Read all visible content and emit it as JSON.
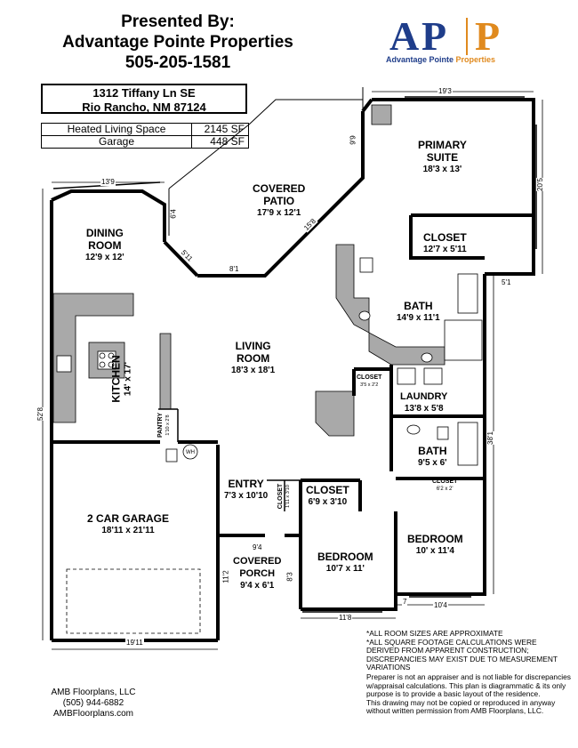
{
  "header": {
    "line1": "Presented By:",
    "line2": "Advantage Pointe Properties",
    "line3": "505-205-1581"
  },
  "logo": {
    "letters_a": "A",
    "letters_p": "P",
    "tag_blue": "Advantage Pointe",
    "tag_orange": "Properties",
    "blue": "#1f3d8a",
    "orange": "#e08a1e"
  },
  "address": {
    "line1": "1312 Tiffany Ln SE",
    "line2": "Rio Rancho, NM 87124"
  },
  "square_footage": [
    {
      "label": "Heated Living Space",
      "value": "2145 SF"
    },
    {
      "label": "Garage",
      "value": "448 SF"
    }
  ],
  "rooms": {
    "primary_suite": {
      "name1": "PRIMARY",
      "name2": "SUITE",
      "dim": "18'3 x 13'"
    },
    "covered_patio": {
      "name1": "COVERED",
      "name2": "PATIO",
      "dim": "17'9 x 12'1"
    },
    "dining": {
      "name1": "DINING",
      "name2": "ROOM",
      "dim": "12'9 x 12'"
    },
    "closet_primary": {
      "name": "CLOSET",
      "dim": "12'7 x 5'11"
    },
    "bath_primary": {
      "name": "BATH",
      "dim": "14'9 x 11'1"
    },
    "living": {
      "name1": "LIVING",
      "name2": "ROOM",
      "dim": "18'3 x 18'1"
    },
    "kitchen": {
      "name": "KITCHEN",
      "dim": "14' x 17'"
    },
    "closet_small": {
      "name": "CLOSET",
      "dim": "3'5 x 2'2"
    },
    "laundry": {
      "name": "LAUNDRY",
      "dim": "13'8 x 5'8"
    },
    "pantry": {
      "name": "PANTRY",
      "dim": "1'10 x 2'8"
    },
    "bath2": {
      "name": "BATH",
      "dim": "9'5 x 6'"
    },
    "entry": {
      "name": "ENTRY",
      "dim": "7'3 x 10'10"
    },
    "closet_entry": {
      "name": "CLOSET",
      "dim": "1'11 x 3'10"
    },
    "closet_mid": {
      "name": "CLOSET",
      "dim": "6'9 x 3'10"
    },
    "closet_bed2": {
      "name": "CLOSET",
      "dim": "6'2 x 2'"
    },
    "garage": {
      "name": "2 CAR GARAGE",
      "dim": "18'11 x 21'11"
    },
    "bedroom1": {
      "name": "BEDROOM",
      "dim": "10' x 11'4"
    },
    "covered_porch": {
      "name1": "COVERED",
      "name2": "PORCH",
      "dim": "9'4 x 6'1"
    },
    "bedroom2": {
      "name": "BEDROOM",
      "dim": "10'7 x 11'"
    }
  },
  "dimensions": {
    "top_primary": "19'3",
    "right_primary": "20'5",
    "patio_left": "9'9",
    "top_dining": "13'9",
    "dining_side": "6'4",
    "diag_5_11": "5'11",
    "patio_bottom": "8'1",
    "patio_diag": "15'8",
    "bath_right": "5'1",
    "left_total": "52'8",
    "right_total": "38'1",
    "porch_top": "9'4",
    "porch_left": "11'2",
    "porch_right": "8'3",
    "bottom_bed2": "11'8",
    "bottom_seven": "7",
    "bottom_bed1": "10'4",
    "bottom_total": "19'11"
  },
  "water_heater_label": "WH",
  "notes_upper": [
    "*ALL ROOM SIZES ARE APPROXIMATE",
    "*ALL SQUARE FOOTAGE CALCULATIONS WERE DERIVED FROM APPARENT CONSTRUCTION; DISCREPANCIES MAY EXIST DUE TO MEASUREMENT VARIATIONS"
  ],
  "notes_lower": [
    "Preparer is not an appraiser and is not liable for discrepancies w/appraisal calculations.  This plan is diagrammatic & its only purpose is to provide a basic layout of the residence.",
    "This drawing may not be copied or reproduced in anyway without written permission from AMB Floorplans, LLC."
  ],
  "credit": {
    "line1": "AMB Floorplans, LLC",
    "line2": "(505) 944-6882",
    "line3": "AMBFloorplans.com"
  }
}
